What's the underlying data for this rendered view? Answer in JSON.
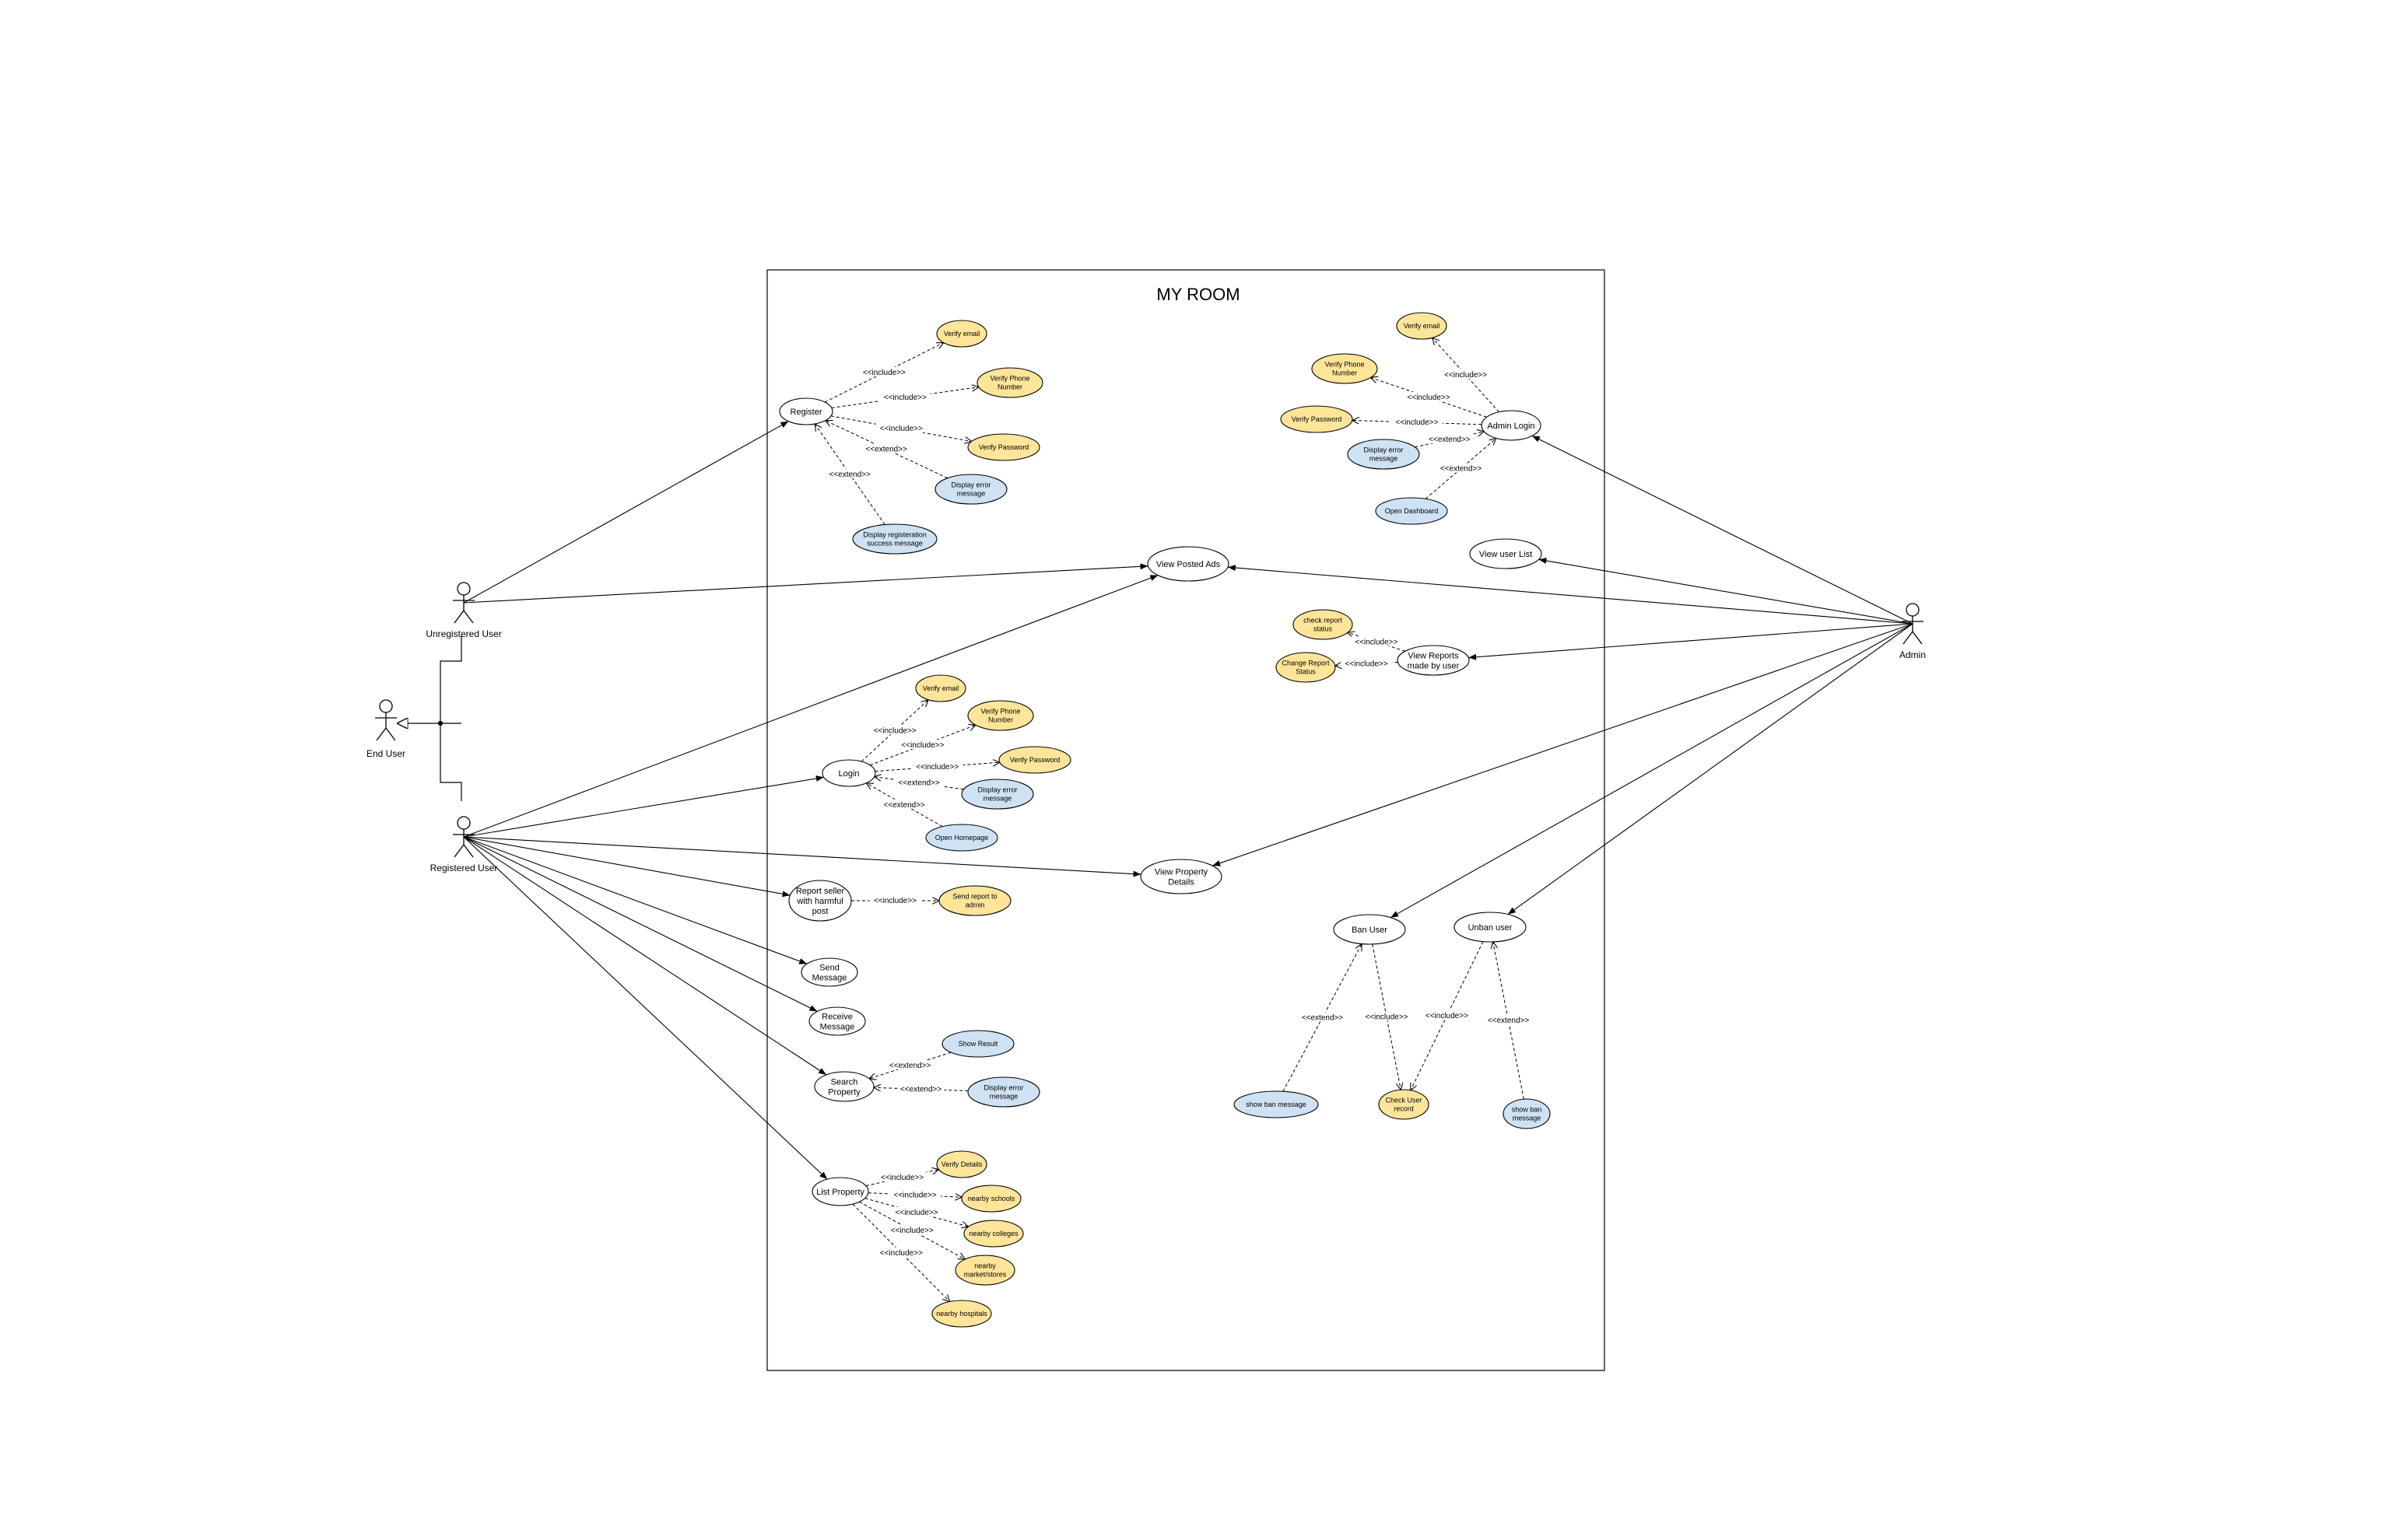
{
  "system": {
    "title": "MY ROOM"
  },
  "colors": {
    "plain": "#ffffff",
    "yellow": "#ffe599",
    "blue": "#cfe2f3",
    "stroke": "#000000"
  },
  "actors": {
    "unregistered": "Unregistered User",
    "end_user": "End User",
    "registered": "Registered User",
    "admin": "Admin"
  },
  "use_cases": {
    "register": [
      "Register"
    ],
    "reg_verify_email": [
      "Verify email"
    ],
    "reg_verify_phone": [
      "Verify Phone",
      "Number"
    ],
    "reg_verify_password": [
      "Verify Password"
    ],
    "reg_display_error": [
      "Display error",
      "message"
    ],
    "reg_success": [
      "Display registeration",
      "success message"
    ],
    "view_posted_ads": [
      "View Posted Ads"
    ],
    "login": [
      "Login"
    ],
    "login_verify_email": [
      "Verify email"
    ],
    "login_verify_phone": [
      "Verify Phone",
      "Number"
    ],
    "login_verify_password": [
      "Verify Password"
    ],
    "login_display_error": [
      "Display error",
      "message"
    ],
    "open_homepage": [
      "Open Homepage"
    ],
    "view_property_details": [
      "View Property",
      "Details"
    ],
    "report_seller": [
      "Report seller",
      "with harmful",
      "post"
    ],
    "send_report": [
      "Send report to",
      "admin"
    ],
    "send_message": [
      "Send",
      "Message"
    ],
    "receive_message": [
      "Receive",
      "Message"
    ],
    "search_property": [
      "Search",
      "Property"
    ],
    "show_result": [
      "Show Result"
    ],
    "search_display_error": [
      "Display error",
      "message"
    ],
    "list_property": [
      "List Property"
    ],
    "verify_details": [
      "Verify Details"
    ],
    "nearby_schools": [
      "nearby schools"
    ],
    "nearby_colleges": [
      "nearby colleges"
    ],
    "nearby_markets": [
      "nearby",
      "market/stores"
    ],
    "nearby_hospitals": [
      "nearby hospitals"
    ],
    "admin_login": [
      "Admin Login"
    ],
    "admin_verify_email": [
      "Verify email"
    ],
    "admin_verify_phone": [
      "Verify Phone",
      "Number"
    ],
    "admin_verify_password": [
      "Verify Password"
    ],
    "admin_display_error": [
      "Display error",
      "message"
    ],
    "open_dashboard": [
      "Open Dashboard"
    ],
    "view_user_list": [
      "View user List"
    ],
    "view_reports": [
      "View Reports",
      "made by user"
    ],
    "check_report_status": [
      "check report",
      "status"
    ],
    "change_report_status": [
      "Change Report",
      "Status"
    ],
    "ban_user": [
      "Ban User"
    ],
    "unban_user": [
      "Unban user"
    ],
    "show_ban_message": [
      "show ban message"
    ],
    "check_user_record": [
      "Check User",
      "record"
    ],
    "show_ban_message2": [
      "show ban",
      "message"
    ]
  },
  "stereotypes": {
    "include": "<<include>>",
    "extend": "<<extend>>"
  }
}
